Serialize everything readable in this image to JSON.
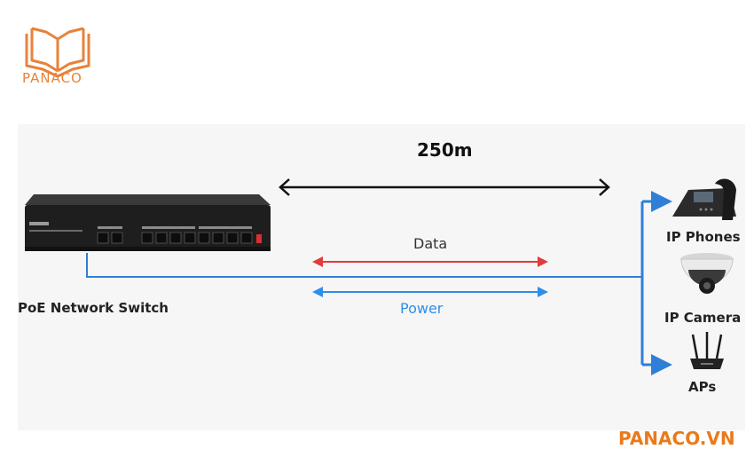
{
  "brand": {
    "logo_text": "PANACO",
    "footer_text": "PANACO.VN",
    "accent_color": "#e8823a"
  },
  "diagram": {
    "distance_label": "250m",
    "data_label": "Data",
    "power_label": "Power",
    "switch_label": "PoE Network Switch",
    "devices": [
      {
        "label": "IP Phones",
        "icon": "ip-phone-icon"
      },
      {
        "label": "IP Camera",
        "icon": "ip-camera-icon"
      },
      {
        "label": "APs",
        "icon": "access-point-icon"
      }
    ],
    "colors": {
      "data_arrow": "#e03c3c",
      "power_arrow": "#2f8ee8",
      "cable": "#2f7fd8",
      "distance_arrow": "#111111"
    }
  }
}
